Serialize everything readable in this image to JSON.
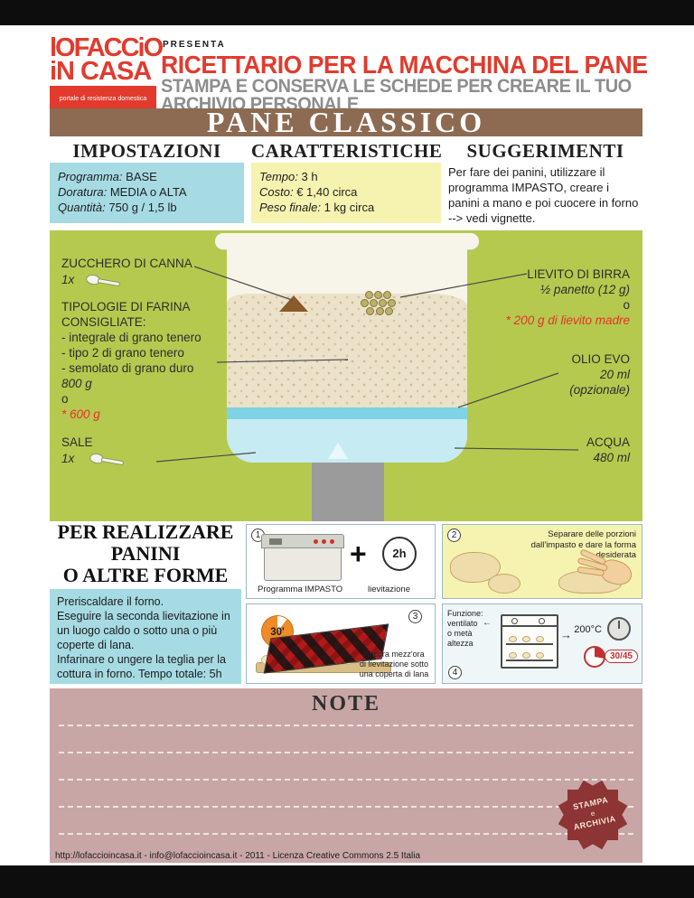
{
  "header": {
    "logo_line1": "lOFACCiO",
    "logo_line2": "iN CASA",
    "logo_tagline": "portale di resistenza domestica",
    "presenta": "PRESENTA",
    "title": "RICETTARIO PER LA MACCHINA DEL PANE",
    "subtitle1": "STAMPA E CONSERVA LE SCHEDE PER CREARE IL TUO",
    "subtitle2": "ARCHIVIO PERSONALE"
  },
  "banner": {
    "title": "PANE CLASSICO"
  },
  "settings": {
    "heading": "IMPOSTAZIONI",
    "rows": [
      {
        "label": "Programma:",
        "value": "BASE"
      },
      {
        "label": "Doratura:",
        "value": "MEDIA o ALTA"
      },
      {
        "label": "Quantità:",
        "value": "750 g / 1,5 lb"
      }
    ]
  },
  "characteristics": {
    "heading": "CARATTERISTICHE",
    "rows": [
      {
        "label": "Tempo:",
        "value": "3 h"
      },
      {
        "label": "Costo:",
        "value": "€ 1,40 circa"
      },
      {
        "label": "Peso finale:",
        "value": "1 kg circa"
      }
    ]
  },
  "suggestions": {
    "heading": "SUGGERIMENTI",
    "text": "Per fare dei panini, utilizzare il programma IMPASTO, creare i panini a mano e poi cuocere in forno --> vedi vignette."
  },
  "ingredients": {
    "sugar_name": "ZUCCHERO DI CANNA",
    "sugar_qty": "1x",
    "flour_title1": "TIPOLOGIE DI FARINA",
    "flour_title2": "CONSIGLIATE:",
    "flour_items": [
      "- integrale di grano tenero",
      "- tipo 2 di grano tenero",
      "- semolato di grano duro"
    ],
    "flour_qty": "800 g",
    "flour_or": "o",
    "flour_alt": "* 600 g",
    "salt_name": "SALE",
    "salt_qty": "1x",
    "yeast_name": "LIEVITO DI BIRRA",
    "yeast_qty": "½ panetto (12 g)",
    "yeast_or": "o",
    "yeast_alt": "* 200 g di lievito madre",
    "oil_name": "OLIO EVO",
    "oil_qty": "20 ml",
    "oil_note": "(opzionale)",
    "water_name": "ACQUA",
    "water_qty": "480 ml"
  },
  "shapes_section": {
    "heading1": "PER REALIZZARE",
    "heading2": "PANINI",
    "heading3": "O ALTRE FORME",
    "body": "Preriscaldare il forno.\nEseguire la seconda lievitazione in\nun luogo caldo o sotto una o più\ncoperte di lana.\nInfarinare o ungere la teglia per la\ncottura in forno. Tempo totale: 5h"
  },
  "steps": {
    "s1_num": "1",
    "s1_plus": "+",
    "s1_time": "2h",
    "s1_label1": "Programma IMPASTO",
    "s1_label2": "lievitazione",
    "s2_num": "2",
    "s2_text": "Separare delle porzioni\ndall'impasto e dare la forma\ndesiderata",
    "s3_num": "3",
    "s3_timer": "30'",
    "s3_caption": "Ancora mezz'ora\ndi lievitazione sotto\nuna coperta di lana",
    "s4_num": "4",
    "s4_text": "Funzione:\nventilato\no metà\naltezza",
    "s4_temp": "200°C",
    "s4_timer": "30/45",
    "arrow_left": "←",
    "arrow_right": "→"
  },
  "notes": {
    "heading": "NOTE",
    "stamp1": "STAMPA",
    "stamp2": "e",
    "stamp3": "ARCHIVIA"
  },
  "footer": {
    "text": "http://lofaccioincasa.it - info@lofaccioincasa.it - 2011 - Licenza Creative Commons 2.5 Italia"
  },
  "colors": {
    "brand_red": "#e23b2e",
    "banner_brown": "#8d6b52",
    "cyan_box": "#a6dbe3",
    "yellow_box": "#f6f2af",
    "green_panel": "#b5c94f",
    "note_pink": "#c9a6a6",
    "seal_red": "#8d3434",
    "alt_red_text": "#e63228"
  }
}
